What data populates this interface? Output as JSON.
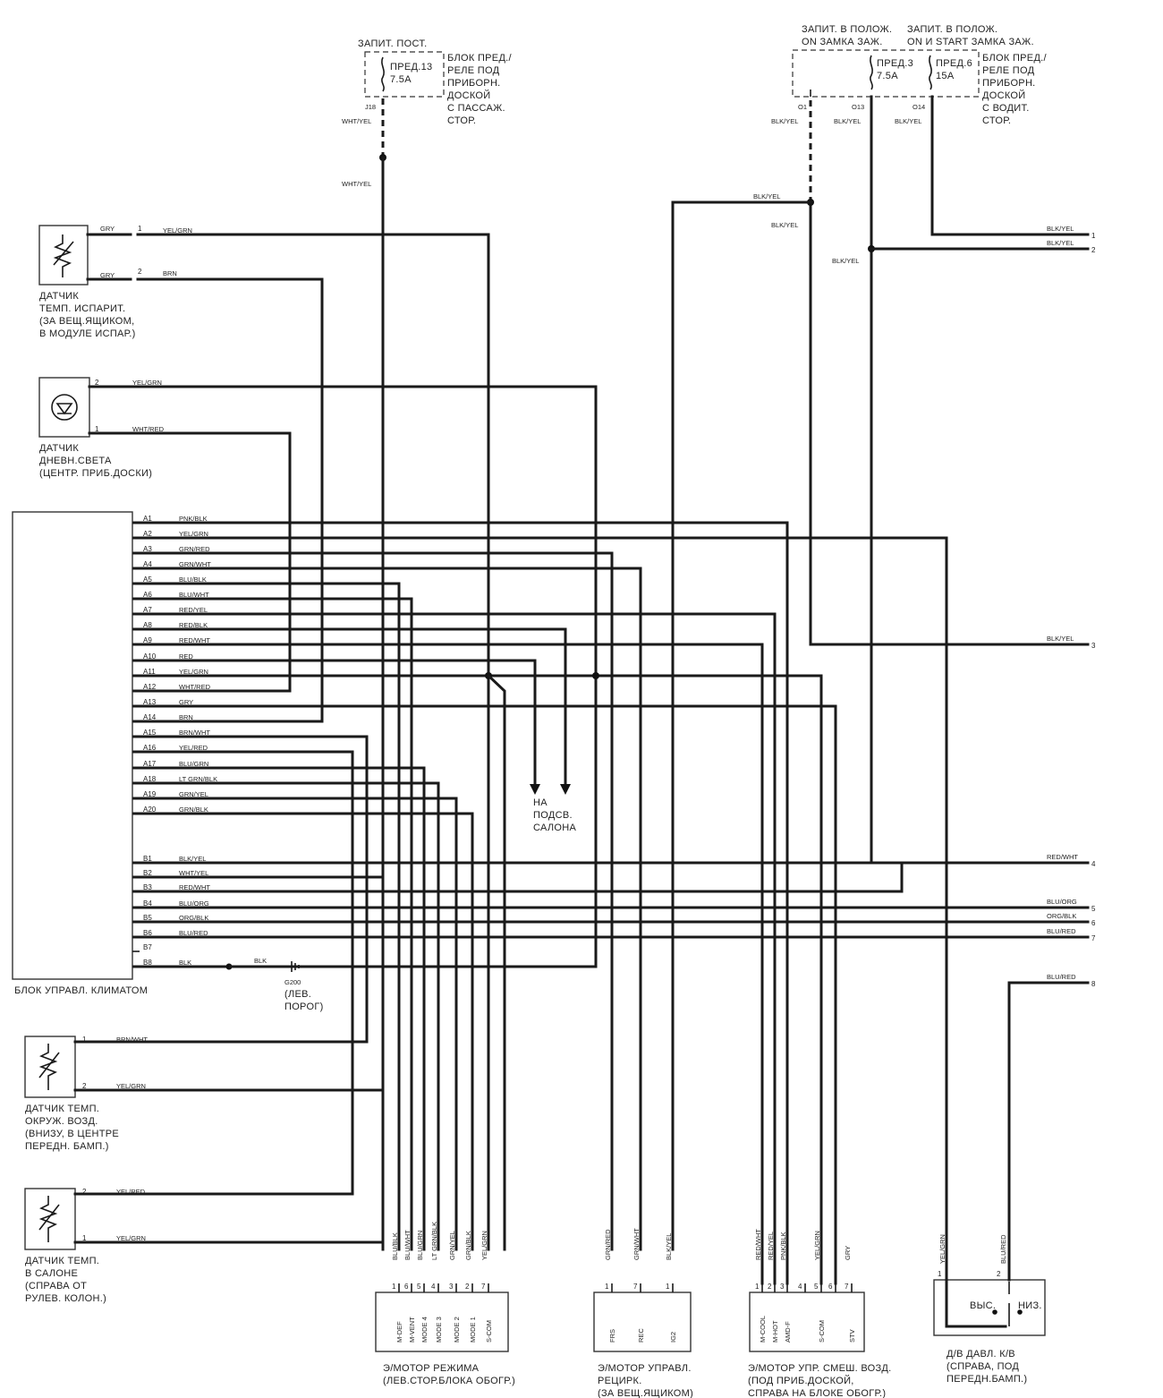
{
  "fuses": {
    "top_left": {
      "feed": "ЗАПИТ. ПОСТ.",
      "fuse": [
        "ПРЕД.13",
        "7.5A"
      ],
      "block": [
        "БЛОК ПРЕД./",
        "РЕЛЕ ПОД",
        "ПРИБОРН.",
        "ДОСКОЙ",
        "С ПАССАЖ.",
        "СТОР."
      ],
      "terminal": "J18",
      "wire_top": "WHT/YEL",
      "wire_mid": "WHT/YEL"
    },
    "top_right": {
      "feed_a": [
        "ЗАПИТ. В ПОЛОЖ.",
        "ON ЗАМКА ЗАЖ."
      ],
      "feed_b": [
        "ЗАПИТ. В ПОЛОЖ.",
        "ON И START ЗАМКА ЗАЖ."
      ],
      "fuse_a": [
        "ПРЕД.3",
        "7.5A"
      ],
      "fuse_b": [
        "ПРЕД.6",
        "15A"
      ],
      "block": [
        "БЛОК ПРЕД./",
        "РЕЛЕ ПОД",
        "ПРИБОРН.",
        "ДОСКОЙ",
        "С ВОДИТ.",
        "СТОР."
      ],
      "terminals": [
        "O1",
        "O13",
        "O14"
      ],
      "wires": [
        "BLK/YEL",
        "BLK/YEL",
        "BLK/YEL"
      ]
    }
  },
  "sensors": {
    "evap": {
      "label": [
        "ДАТЧИК",
        "ТЕМП. ИСПАРИТ.",
        "(ЗА ВЕЩ.ЯЩИКОМ,",
        "В МОДУЛЕ ИСПАР.)"
      ],
      "pins": [
        "1",
        "2"
      ],
      "wires": [
        "GRY",
        "GRY"
      ],
      "wires_out": [
        "YEL/GRN",
        "BRN"
      ]
    },
    "sun": {
      "label": [
        "ДАТЧИК",
        "ДНЕВН.СВЕТА",
        "(ЦЕНТР. ПРИБ.ДОСКИ)"
      ],
      "pins": [
        "2",
        "1"
      ],
      "wires": [
        "YEL/GRN",
        "WHT/RED"
      ]
    },
    "ambient": {
      "label": [
        "ДАТЧИК ТЕМП.",
        "ОКРУЖ. ВОЗД.",
        "(ВНИЗУ, В ЦЕНТРЕ",
        "ПЕРЕДН. БАМП.)"
      ],
      "pins": [
        "1",
        "2"
      ],
      "wires": [
        "BRN/WHT",
        "YEL/GRN"
      ]
    },
    "cabin": {
      "label": [
        "ДАТЧИК ТЕМП.",
        "В САЛОНЕ",
        "(СПРАВА ОТ",
        "РУЛЕВ. КОЛОН.)"
      ],
      "pins": [
        "2",
        "1"
      ],
      "wires": [
        "YEL/RED",
        "YEL/GRN"
      ]
    }
  },
  "control_unit": {
    "label": "БЛОК УПРАВЛ. КЛИМАТОМ",
    "pins_a": [
      {
        "pin": "A1",
        "wire": "PNK/BLK"
      },
      {
        "pin": "A2",
        "wire": "YEL/GRN"
      },
      {
        "pin": "A3",
        "wire": "GRN/RED"
      },
      {
        "pin": "A4",
        "wire": "GRN/WHT"
      },
      {
        "pin": "A5",
        "wire": "BLU/BLK"
      },
      {
        "pin": "A6",
        "wire": "BLU/WHT"
      },
      {
        "pin": "A7",
        "wire": "RED/YEL"
      },
      {
        "pin": "A8",
        "wire": "RED/BLK"
      },
      {
        "pin": "A9",
        "wire": "RED/WHT"
      },
      {
        "pin": "A10",
        "wire": "RED"
      },
      {
        "pin": "A11",
        "wire": "YEL/GRN"
      },
      {
        "pin": "A12",
        "wire": "WHT/RED"
      },
      {
        "pin": "A13",
        "wire": "GRY"
      },
      {
        "pin": "A14",
        "wire": "BRN"
      },
      {
        "pin": "A15",
        "wire": "BRN/WHT"
      },
      {
        "pin": "A16",
        "wire": "YEL/RED"
      },
      {
        "pin": "A17",
        "wire": "BLU/GRN"
      },
      {
        "pin": "A18",
        "wire": "LT GRN/BLK"
      },
      {
        "pin": "A19",
        "wire": "GRN/YEL"
      },
      {
        "pin": "A20",
        "wire": "GRN/BLK"
      }
    ],
    "pins_b": [
      {
        "pin": "B1",
        "wire": "BLK/YEL"
      },
      {
        "pin": "B2",
        "wire": "WHT/YEL"
      },
      {
        "pin": "B3",
        "wire": "RED/WHT"
      },
      {
        "pin": "B4",
        "wire": "BLU/ORG"
      },
      {
        "pin": "B5",
        "wire": "ORG/BLK"
      },
      {
        "pin": "B6",
        "wire": "BLU/RED"
      },
      {
        "pin": "B7",
        "wire": ""
      },
      {
        "pin": "B8",
        "wire": "BLK"
      }
    ],
    "ground_wire": "BLK",
    "ground": [
      "G200",
      "(ЛЕВ.",
      "ПОРОГ)"
    ]
  },
  "lighting": [
    "НА",
    "ПОДСВ.",
    "САЛОНА"
  ],
  "right_connectors": [
    {
      "num": "1",
      "wire": "BLK/YEL"
    },
    {
      "num": "2",
      "wire": "BLK/YEL"
    },
    {
      "num": "3",
      "wire": "BLK/YEL"
    },
    {
      "num": "4",
      "wire": "RED/WHT"
    },
    {
      "num": "5",
      "wire": "BLU/ORG"
    },
    {
      "num": "6",
      "wire": "ORG/BLK"
    },
    {
      "num": "7",
      "wire": "BLU/RED"
    },
    {
      "num": "8",
      "wire": "BLU/RED"
    }
  ],
  "junction_wires": {
    "blk_yel_a": "BLK/YEL",
    "blk_yel_b": "BLK/YEL",
    "blk_yel_c": "BLK/YEL"
  },
  "motors": {
    "mode": {
      "label": [
        "Э/МОТОР РЕЖИМА",
        "(ЛЕВ.СТОР.БЛОКА ОБОГР.)"
      ],
      "wires": [
        "BLU/BLK",
        "BLU/WHT",
        "BLU/GRN",
        "LT GRN/BLK",
        "GRN/YEL",
        "GRN/BLK",
        "YEL/GRN"
      ],
      "pins": [
        "1",
        "6",
        "5",
        "4",
        "3",
        "2",
        "7"
      ],
      "terms": [
        "M-DEF",
        "M-VENT",
        "MODE 4",
        "MODE 3",
        "MODE 2",
        "MODE 1",
        "S-COM"
      ]
    },
    "recirc": {
      "label": [
        "Э/МОТОР УПРАВЛ.",
        "РЕЦИРК.",
        "(ЗА ВЕЩ.ЯЩИКОМ)"
      ],
      "wires": [
        "GRN/RED",
        "GRN/WHT",
        "BLK/YEL"
      ],
      "pins": [
        "1",
        "7",
        "1"
      ],
      "terms": [
        "FRS",
        "REC",
        "IG2"
      ]
    },
    "mix": {
      "label": [
        "Э/МОТОР УПР. СМЕШ. ВОЗД.",
        "(ПОД ПРИБ.ДОСКОЙ,",
        "СПРАВА НА БЛОКЕ ОБОГР.)"
      ],
      "wires": [
        "RED/WHT",
        "RED/YEL",
        "PNK/BLK",
        "",
        "YEL/GRN",
        "",
        "GRY"
      ],
      "pins": [
        "1",
        "2",
        "3",
        "4",
        "5",
        "6",
        "7"
      ],
      "terms": [
        "M-COOL",
        "M-HOT",
        "AMD-F",
        "",
        "S-COM",
        "",
        "STV"
      ]
    }
  },
  "pressure_switch": {
    "label": [
      "Д/В ДАВЛ. К/В",
      "(СПРАВА, ПОД",
      "ПЕРЕДН.БАМП.)"
    ],
    "wires": [
      "YEL/GRN",
      "BLU/RED"
    ],
    "pins": [
      "1",
      "2"
    ],
    "high": "ВЫС.",
    "low": "НИЗ."
  }
}
